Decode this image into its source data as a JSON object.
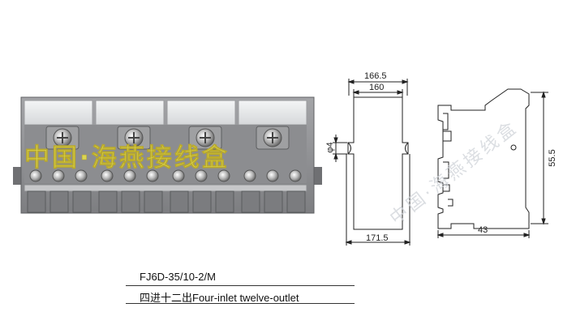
{
  "product": {
    "model": "FJ6D-35/10-2/M",
    "description": "四进十二出Four-inlet twelve-outlet"
  },
  "watermark": {
    "main": "中国·海燕接线盒",
    "secondary": "中国·海燕接线盒"
  },
  "dimensions": {
    "top_outer": "166.5",
    "top_inner": "160",
    "hole_diameter": "φ4",
    "bottom_width": "171.5",
    "side_height": "55.5",
    "side_depth": "43"
  },
  "colors": {
    "housing": "#8e8f92",
    "cover": "#e8e9ea",
    "metal": "#b9b9b9",
    "watermark": "#e8e24a",
    "line": "#222222"
  }
}
